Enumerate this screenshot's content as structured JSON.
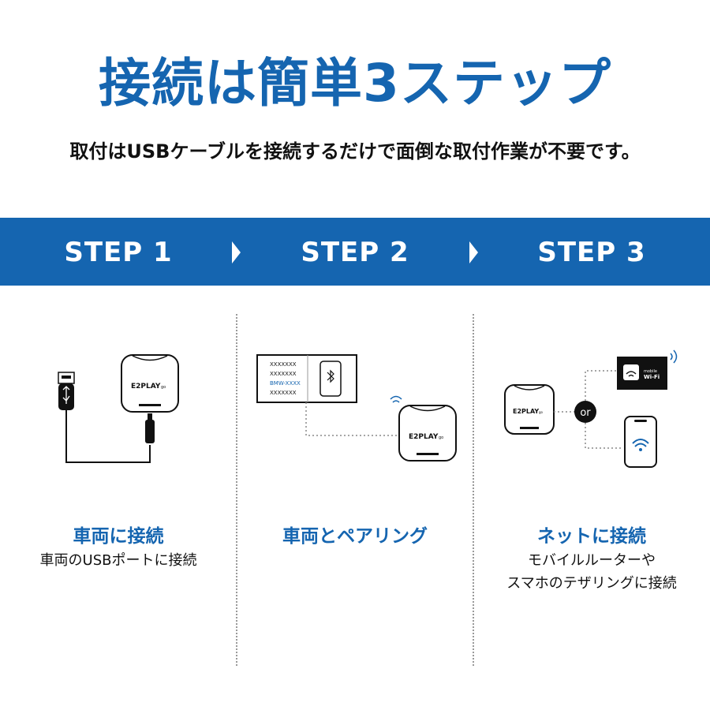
{
  "header": {
    "title": "接続は簡単3ステップ",
    "subtitle": "取付はUSBケーブルを接続するだけで面倒な取付作業が不要です。"
  },
  "steps": [
    {
      "label": "STEP 1",
      "title": "車両に接続",
      "desc": [
        "車両のUSBポートに接続"
      ]
    },
    {
      "label": "STEP 2",
      "title": "車両とペアリング",
      "desc": [],
      "screen_list": [
        "XXXXXXX",
        "XXXXXXX",
        "BMW-XXXX",
        "XXXXXXX"
      ]
    },
    {
      "label": "STEP 3",
      "title": "ネットに接続",
      "desc": [
        "モバイルルーターや",
        "スマホのテザリングに接続"
      ],
      "or_label": "or",
      "router_label": [
        "mobile",
        "Wi-Fi"
      ]
    }
  ],
  "device_label": "E2PLAY",
  "device_sub": "go",
  "colors": {
    "brand_blue": "#1565b0",
    "text": "#111111",
    "divider": "#9a9a9a"
  },
  "icons": [
    "usb-plug-icon",
    "usb-c-plug-icon",
    "bluetooth-phone-icon",
    "wifi-signal-icon",
    "smartphone-wifi-icon",
    "mobile-router-icon"
  ]
}
